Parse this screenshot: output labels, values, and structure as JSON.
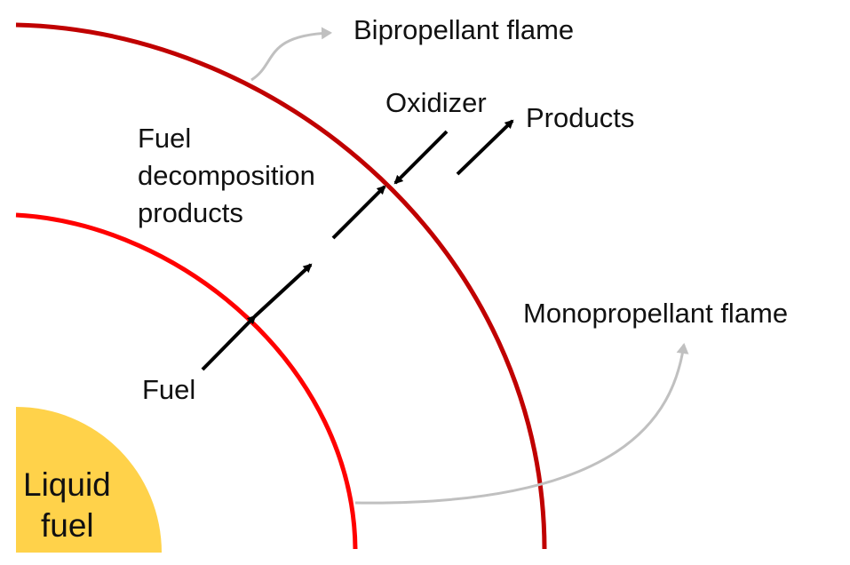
{
  "labels": {
    "bipropellant_flame": "Bipropellant flame",
    "oxidizer": "Oxidizer",
    "products": "Products",
    "fuel_decomp_1": "Fuel",
    "fuel_decomp_2": "decomposition",
    "fuel_decomp_3": "products",
    "monopropellant_flame": "Monopropellant flame",
    "fuel": "Fuel",
    "liquid_fuel_1": "Liquid",
    "liquid_fuel_2": "fuel"
  },
  "colors": {
    "bipropellant_flame": "#c00000",
    "monopropellant_flame": "#ff0000",
    "liquid_fuel": "#ffd24a",
    "callout_arrow": "#c0c0c0",
    "flow_arrow": "#000000",
    "text": "#111111"
  }
}
